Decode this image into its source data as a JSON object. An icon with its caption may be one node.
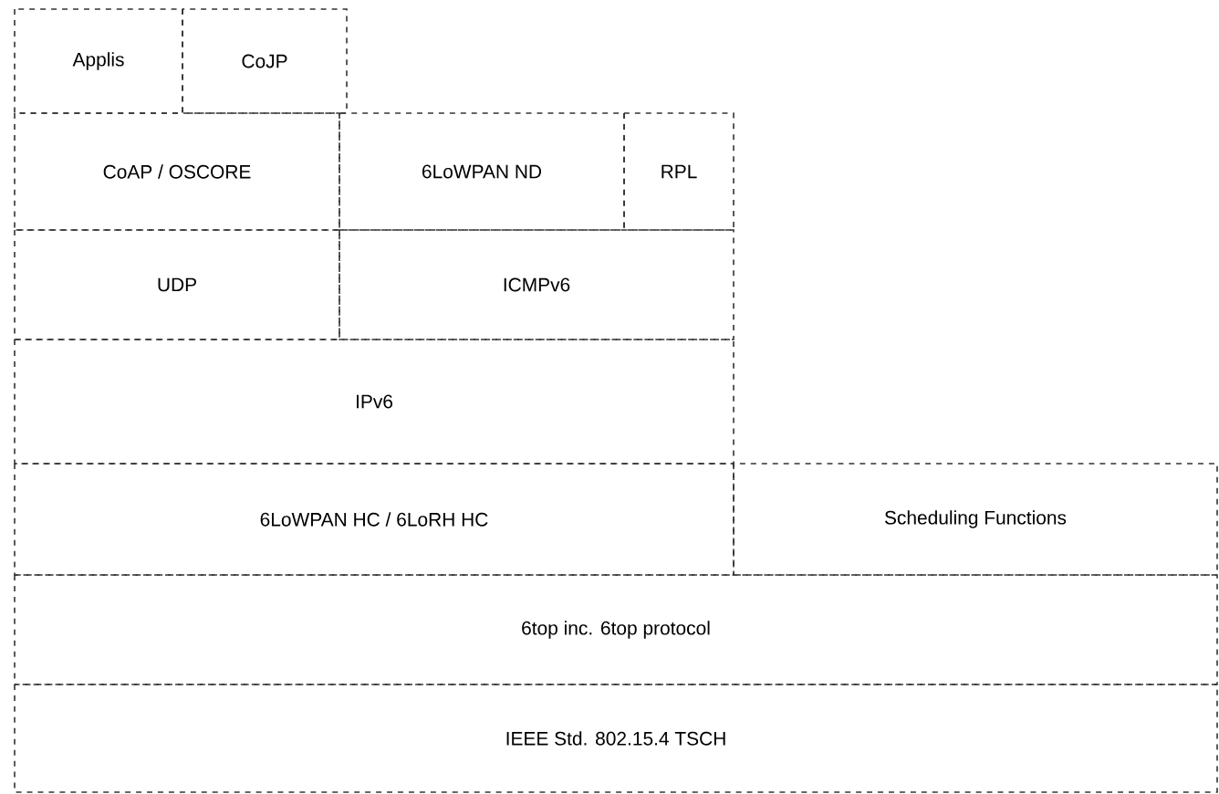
{
  "diagram": {
    "nodes": [
      {
        "text": [
          "Applis"
        ]
      },
      {
        "text": [
          "CoJP"
        ]
      },
      {
        "text": [
          "CoAP / OSCORE"
        ]
      },
      {
        "text": [
          "6LoWPAN ND"
        ]
      },
      {
        "text": [
          "RPL"
        ]
      },
      {
        "text": [
          "UDP"
        ]
      },
      {
        "text": [
          "ICMPv6"
        ]
      },
      {
        "text": [
          "IPv6"
        ]
      },
      {
        "text": [
          "6LoWPAN HC / 6LoRH HC"
        ]
      },
      {
        "text": [
          "Scheduling Functions"
        ]
      },
      {
        "text": [
          "6top inc. 6top protocol"
        ]
      },
      {
        "text": [
          "IEEE Std. 802.15.4 TSCH"
        ]
      }
    ]
  }
}
